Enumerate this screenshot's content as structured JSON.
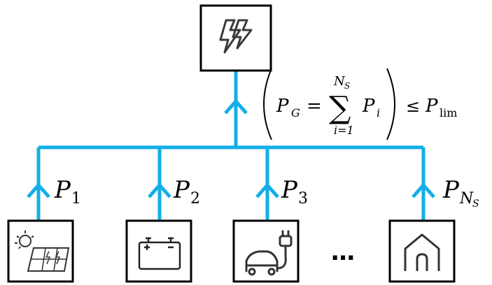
{
  "colors": {
    "wire": "#12aee8",
    "box_stroke": "#000000",
    "icon": "#3a3a3a"
  },
  "grid_node": {
    "icon": "lightning-bolt-icon"
  },
  "constraint": {
    "lhs_symbol": "P",
    "lhs_sub": "G",
    "equals": "=",
    "sum_symbol": "∑",
    "sum_upper": "N",
    "sum_upper_sub": "S",
    "sum_lower": "i=1",
    "term_symbol": "P",
    "term_sub": "i",
    "relation": "≤",
    "rhs_symbol": "P",
    "rhs_sub": "lim"
  },
  "ellipsis": "…",
  "branches": [
    {
      "power_symbol": "P",
      "power_sub": "1",
      "icon": "solar-panel-icon"
    },
    {
      "power_symbol": "P",
      "power_sub": "2",
      "icon": "battery-icon"
    },
    {
      "power_symbol": "P",
      "power_sub": "3",
      "icon": "electric-car-icon"
    },
    {
      "power_symbol": "P",
      "power_sub": "N",
      "power_subsub": "S",
      "icon": "house-icon"
    }
  ]
}
